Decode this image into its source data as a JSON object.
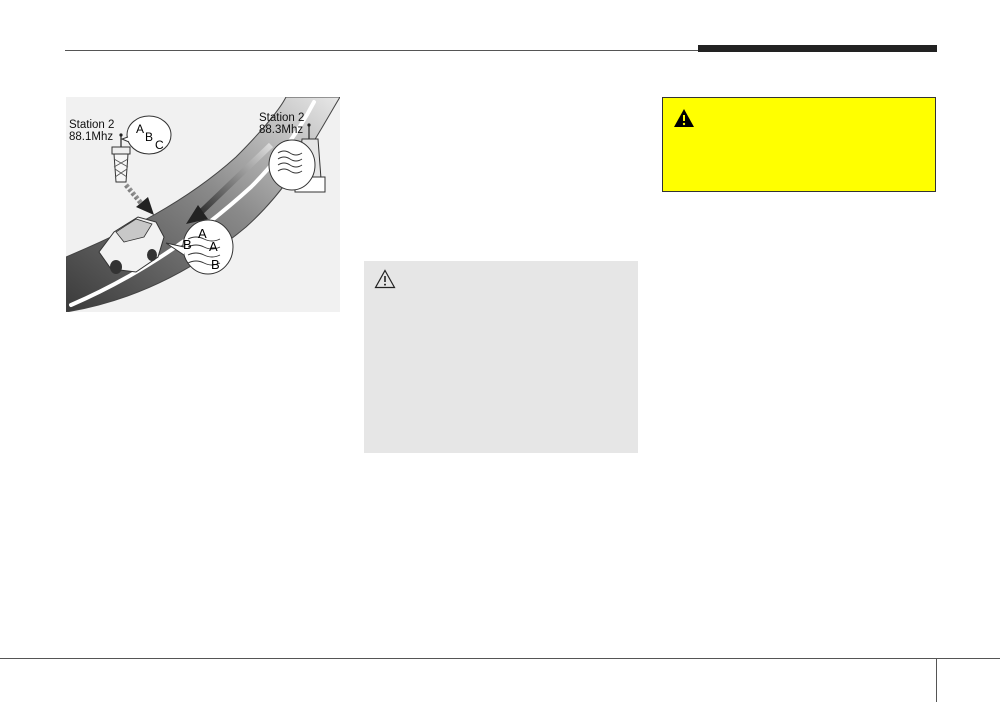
{
  "figure": {
    "station_left": {
      "name": "Station 2",
      "freq": "88.1Mhz"
    },
    "station_right": {
      "name": "Station 2",
      "freq": "88.3Mhz"
    },
    "bubble_left_letters": [
      "A",
      "B",
      "C"
    ],
    "bubble_car_letters": [
      "A",
      "B",
      "A",
      "B"
    ]
  },
  "caution": {
    "icon": "caution-triangle-icon"
  },
  "warning": {
    "icon": "warning-triangle-icon",
    "color": "#ffff00"
  }
}
